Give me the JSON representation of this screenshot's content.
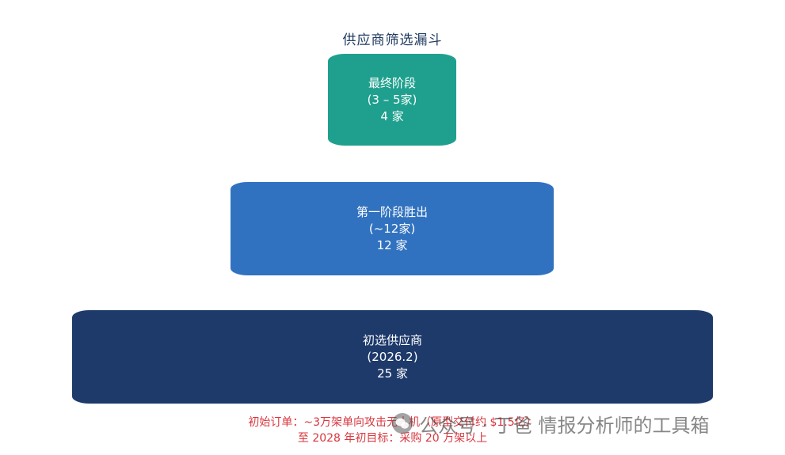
{
  "title": "供应商筛选漏斗",
  "colors": {
    "stage_top": "#1fa08e",
    "stage_middle": "#3072bf",
    "stage_bottom": "#1e3a6b",
    "note": "#d9363e",
    "title": "#1f3a5f"
  },
  "stages": [
    {
      "name": "最终阶段",
      "range": "(3 – 5家)",
      "count": "4 家"
    },
    {
      "name": "第一阶段胜出",
      "range": "(~12家)",
      "count": "12 家"
    },
    {
      "name": "初选供应商",
      "range": "(2026.2)",
      "count": "25 家"
    }
  ],
  "notes": [
    "初始订单：~3万架单向攻击无人机（原型交付约 $1.5亿）",
    "至 2028 年初目标：采购 20 万架以上"
  ],
  "watermark": {
    "icon": "wechat-icon",
    "text": "公众号 · 丁爸 情报分析师的工具箱"
  }
}
